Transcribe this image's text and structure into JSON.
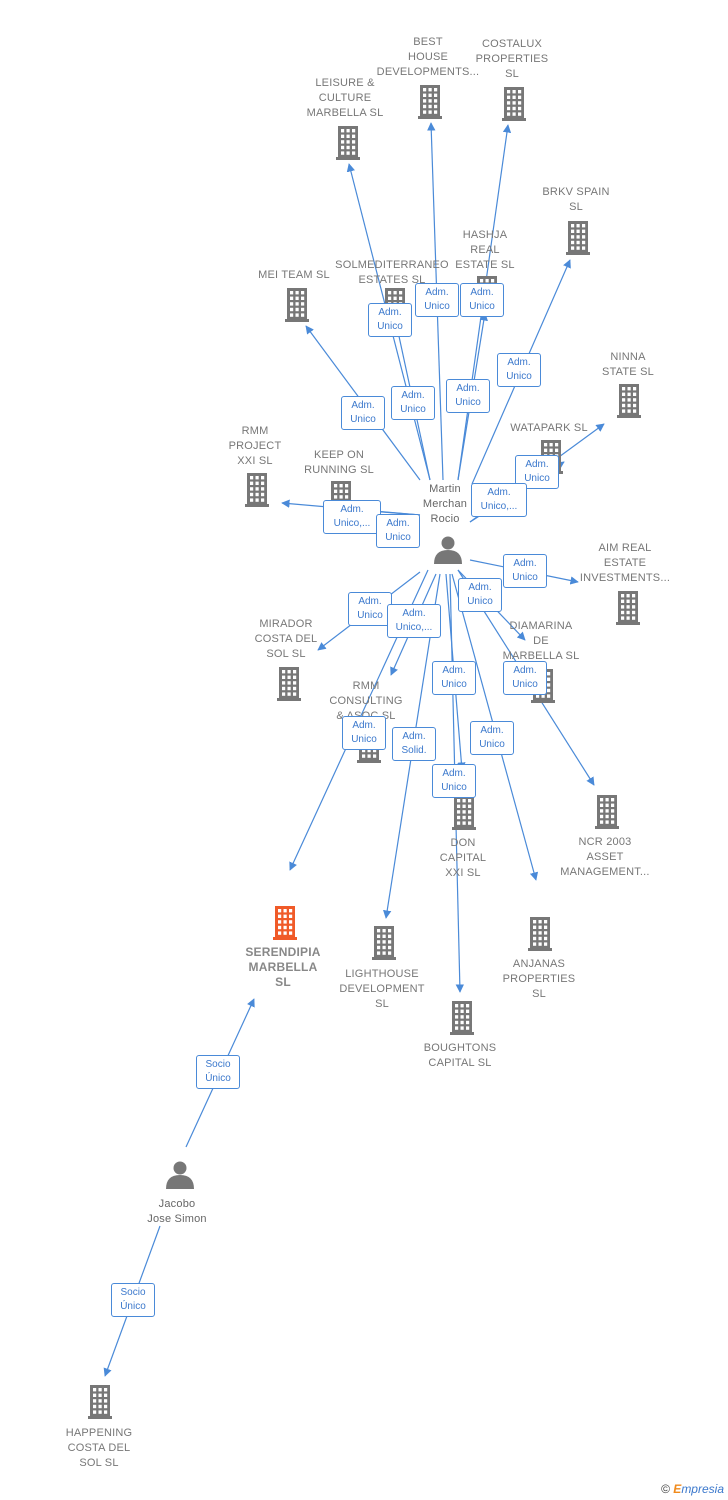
{
  "colors": {
    "edge": "#4a8ad8",
    "company": "#777777",
    "highlight": "#f05a28",
    "person": "#777777"
  },
  "nodes": [
    {
      "id": "best_house",
      "label": "BEST\nHOUSE\nDEVELOPMENTS...",
      "kind": "company"
    },
    {
      "id": "costalux",
      "label": "COSTALUX\nPROPERTIES\nSL",
      "kind": "company"
    },
    {
      "id": "leisure",
      "label": "LEISURE &\nCULTURE\nMARBELLA SL",
      "kind": "company"
    },
    {
      "id": "brkv",
      "label": "BRKV SPAIN\nSL",
      "kind": "company"
    },
    {
      "id": "hashja",
      "label": "HASHJA\nREAL\nESTATE SL",
      "kind": "company"
    },
    {
      "id": "solmed",
      "label": "SOLMEDITERRANEO\nESTATES SL",
      "kind": "company"
    },
    {
      "id": "mei",
      "label": "MEI TEAM SL",
      "kind": "company"
    },
    {
      "id": "ninna",
      "label": "NINNA\nSTATE SL",
      "kind": "company"
    },
    {
      "id": "watapark",
      "label": "WATAPARK SL",
      "kind": "company"
    },
    {
      "id": "rmm_project",
      "label": "RMM\nPROJECT\nXXI SL",
      "kind": "company"
    },
    {
      "id": "keep_on",
      "label": "KEEP ON\nRUNNING SL",
      "kind": "company"
    },
    {
      "id": "martin",
      "label": "Martin\nMerchan\nRocio",
      "kind": "person"
    },
    {
      "id": "aim",
      "label": "AIM REAL\nESTATE\nINVESTMENTS...",
      "kind": "company"
    },
    {
      "id": "mirador",
      "label": "MIRADOR\nCOSTA DEL\nSOL SL",
      "kind": "company"
    },
    {
      "id": "diamarina",
      "label": "DIAMARINA\nDE\nMARBELLA SL",
      "kind": "company"
    },
    {
      "id": "rmm_consulting",
      "label": "RMM\nCONSULTING\n& ASOC SL",
      "kind": "company"
    },
    {
      "id": "ncr",
      "label": "NCR 2003\nASSET\nMANAGEMENT...",
      "kind": "company"
    },
    {
      "id": "don_capital",
      "label": "DON\nCAPITAL\nXXI SL",
      "kind": "company"
    },
    {
      "id": "serendipia",
      "label": "SERENDIPIA\nMARBELLA\nSL",
      "kind": "main"
    },
    {
      "id": "lighthouse",
      "label": "LIGHTHOUSE\nDEVELOPMENT\nSL",
      "kind": "company"
    },
    {
      "id": "anjanas",
      "label": "ANJANAS\nPROPERTIES\nSL",
      "kind": "company"
    },
    {
      "id": "boughtons",
      "label": "BOUGHTONS\nCAPITAL SL",
      "kind": "company"
    },
    {
      "id": "jacobo",
      "label": "Jacobo\nJose Simon",
      "kind": "person"
    },
    {
      "id": "happening",
      "label": "HAPPENING\nCOSTA DEL\nSOL SL",
      "kind": "company"
    }
  ],
  "edges": [
    {
      "from": "martin",
      "to": "best_house",
      "label": "Adm.\nUnico"
    },
    {
      "from": "martin",
      "to": "costalux",
      "label": "Adm.\nUnico"
    },
    {
      "from": "martin",
      "to": "leisure",
      "label": "Adm.\nUnico"
    },
    {
      "from": "martin",
      "to": "brkv",
      "label": "Adm.\nUnico"
    },
    {
      "from": "martin",
      "to": "hashja",
      "label": "Adm.\nUnico"
    },
    {
      "from": "martin",
      "to": "solmed",
      "label": "Adm.\nUnico"
    },
    {
      "from": "martin",
      "to": "mei",
      "label": "Adm.\nUnico"
    },
    {
      "from": "martin",
      "to": "ninna",
      "label": "Adm.\nUnico"
    },
    {
      "from": "martin",
      "to": "watapark",
      "label": "Adm.\nUnico,..."
    },
    {
      "from": "martin",
      "to": "rmm_project",
      "label": "Adm.\nUnico,..."
    },
    {
      "from": "martin",
      "to": "keep_on",
      "label": "Adm.\nUnico"
    },
    {
      "from": "martin",
      "to": "aim",
      "label": "Adm.\nUnico"
    },
    {
      "from": "martin",
      "to": "mirador",
      "label": "Adm.\nUnico"
    },
    {
      "from": "martin",
      "to": "diamarina",
      "label": "Adm.\nUnico"
    },
    {
      "from": "martin",
      "to": "rmm_consulting",
      "label": "Adm.\nUnico,..."
    },
    {
      "from": "martin",
      "to": "ncr",
      "label": "Adm.\nUnico"
    },
    {
      "from": "martin",
      "to": "don_capital",
      "label": "Adm.\nUnico"
    },
    {
      "from": "martin",
      "to": "serendipia",
      "label": "Adm.\nUnico"
    },
    {
      "from": "martin",
      "to": "lighthouse",
      "label": "Adm.\nSolid."
    },
    {
      "from": "martin",
      "to": "anjanas",
      "label": "Adm.\nUnico"
    },
    {
      "from": "martin",
      "to": "boughtons",
      "label": "Adm.\nUnico"
    },
    {
      "from": "jacobo",
      "to": "serendipia",
      "label": "Socio\nÚnico"
    },
    {
      "from": "jacobo",
      "to": "happening",
      "label": "Socio\nÚnico"
    }
  ],
  "footer": {
    "copyright": "©",
    "brand_first": "E",
    "brand_rest": "mpresia"
  }
}
